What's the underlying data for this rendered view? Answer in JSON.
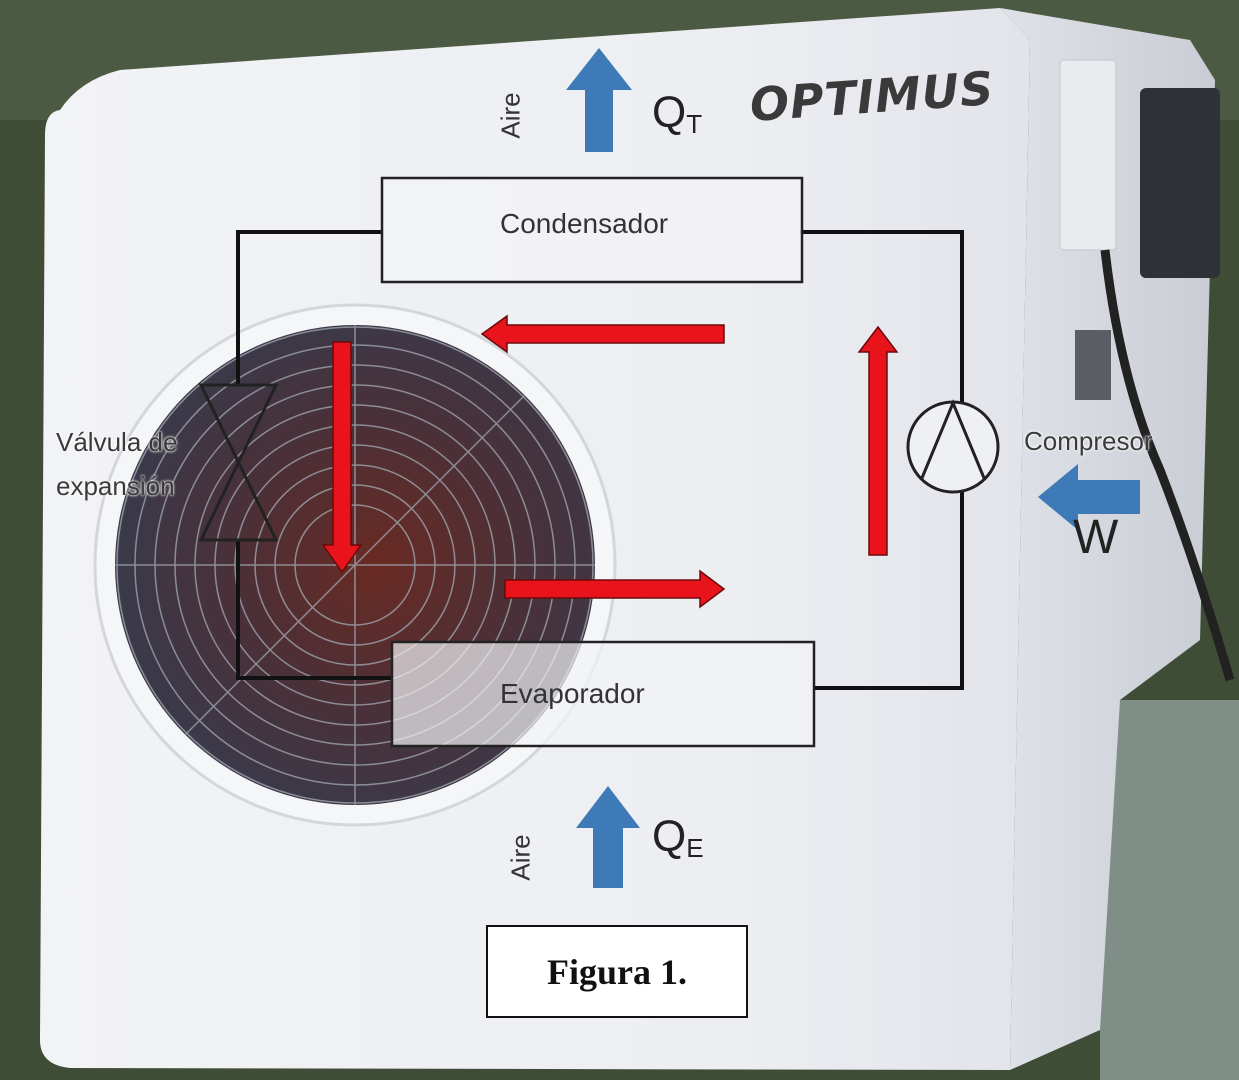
{
  "brand": "OPTIMUS",
  "components": {
    "condenser": "Condensador",
    "evaporator": "Evaporador",
    "compressor": "Compresor",
    "expansion_valve_line1": "Válvula de",
    "expansion_valve_line2": "expansión"
  },
  "air_label_top": "Aire",
  "air_label_bottom": "Aire",
  "heat_out": {
    "symbol": "Q",
    "subscript": "T"
  },
  "heat_in": {
    "symbol": "Q",
    "subscript": "E"
  },
  "work": "W",
  "caption": "Figura 1.",
  "colors": {
    "flow_arrow": "#e8131b",
    "air_arrow": "#3f7ab8",
    "unit_body": "#eef0f4"
  }
}
